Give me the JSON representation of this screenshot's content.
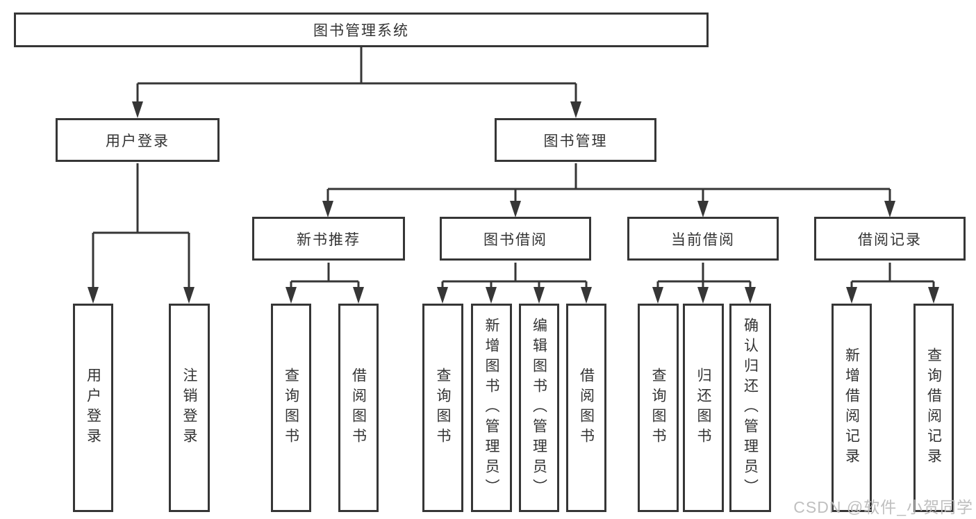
{
  "diagram": {
    "root": "图书管理系统",
    "level2": [
      {
        "label": "用户登录"
      },
      {
        "label": "图书管理"
      }
    ],
    "level3": [
      {
        "label": "新书推荐"
      },
      {
        "label": "图书借阅"
      },
      {
        "label": "当前借阅"
      },
      {
        "label": "借阅记录"
      }
    ],
    "leaves": {
      "login": [
        "用户登录",
        "注销登录"
      ],
      "newbook": [
        "查询图书",
        "借阅图书"
      ],
      "borrow": [
        "查询图书",
        "新增图书（管理员）",
        "编辑图书（管理员）",
        "借阅图书"
      ],
      "current": [
        "查询图书",
        "归还图书",
        "确认归还（管理员）"
      ],
      "records": [
        "新增借阅记录",
        "查询借阅记录"
      ]
    }
  },
  "watermark": "CSDN @软件_小贺同学",
  "colors": {
    "line": "#363636",
    "text": "#333333",
    "background": "#ffffff",
    "watermark": "#bcbcbc"
  }
}
